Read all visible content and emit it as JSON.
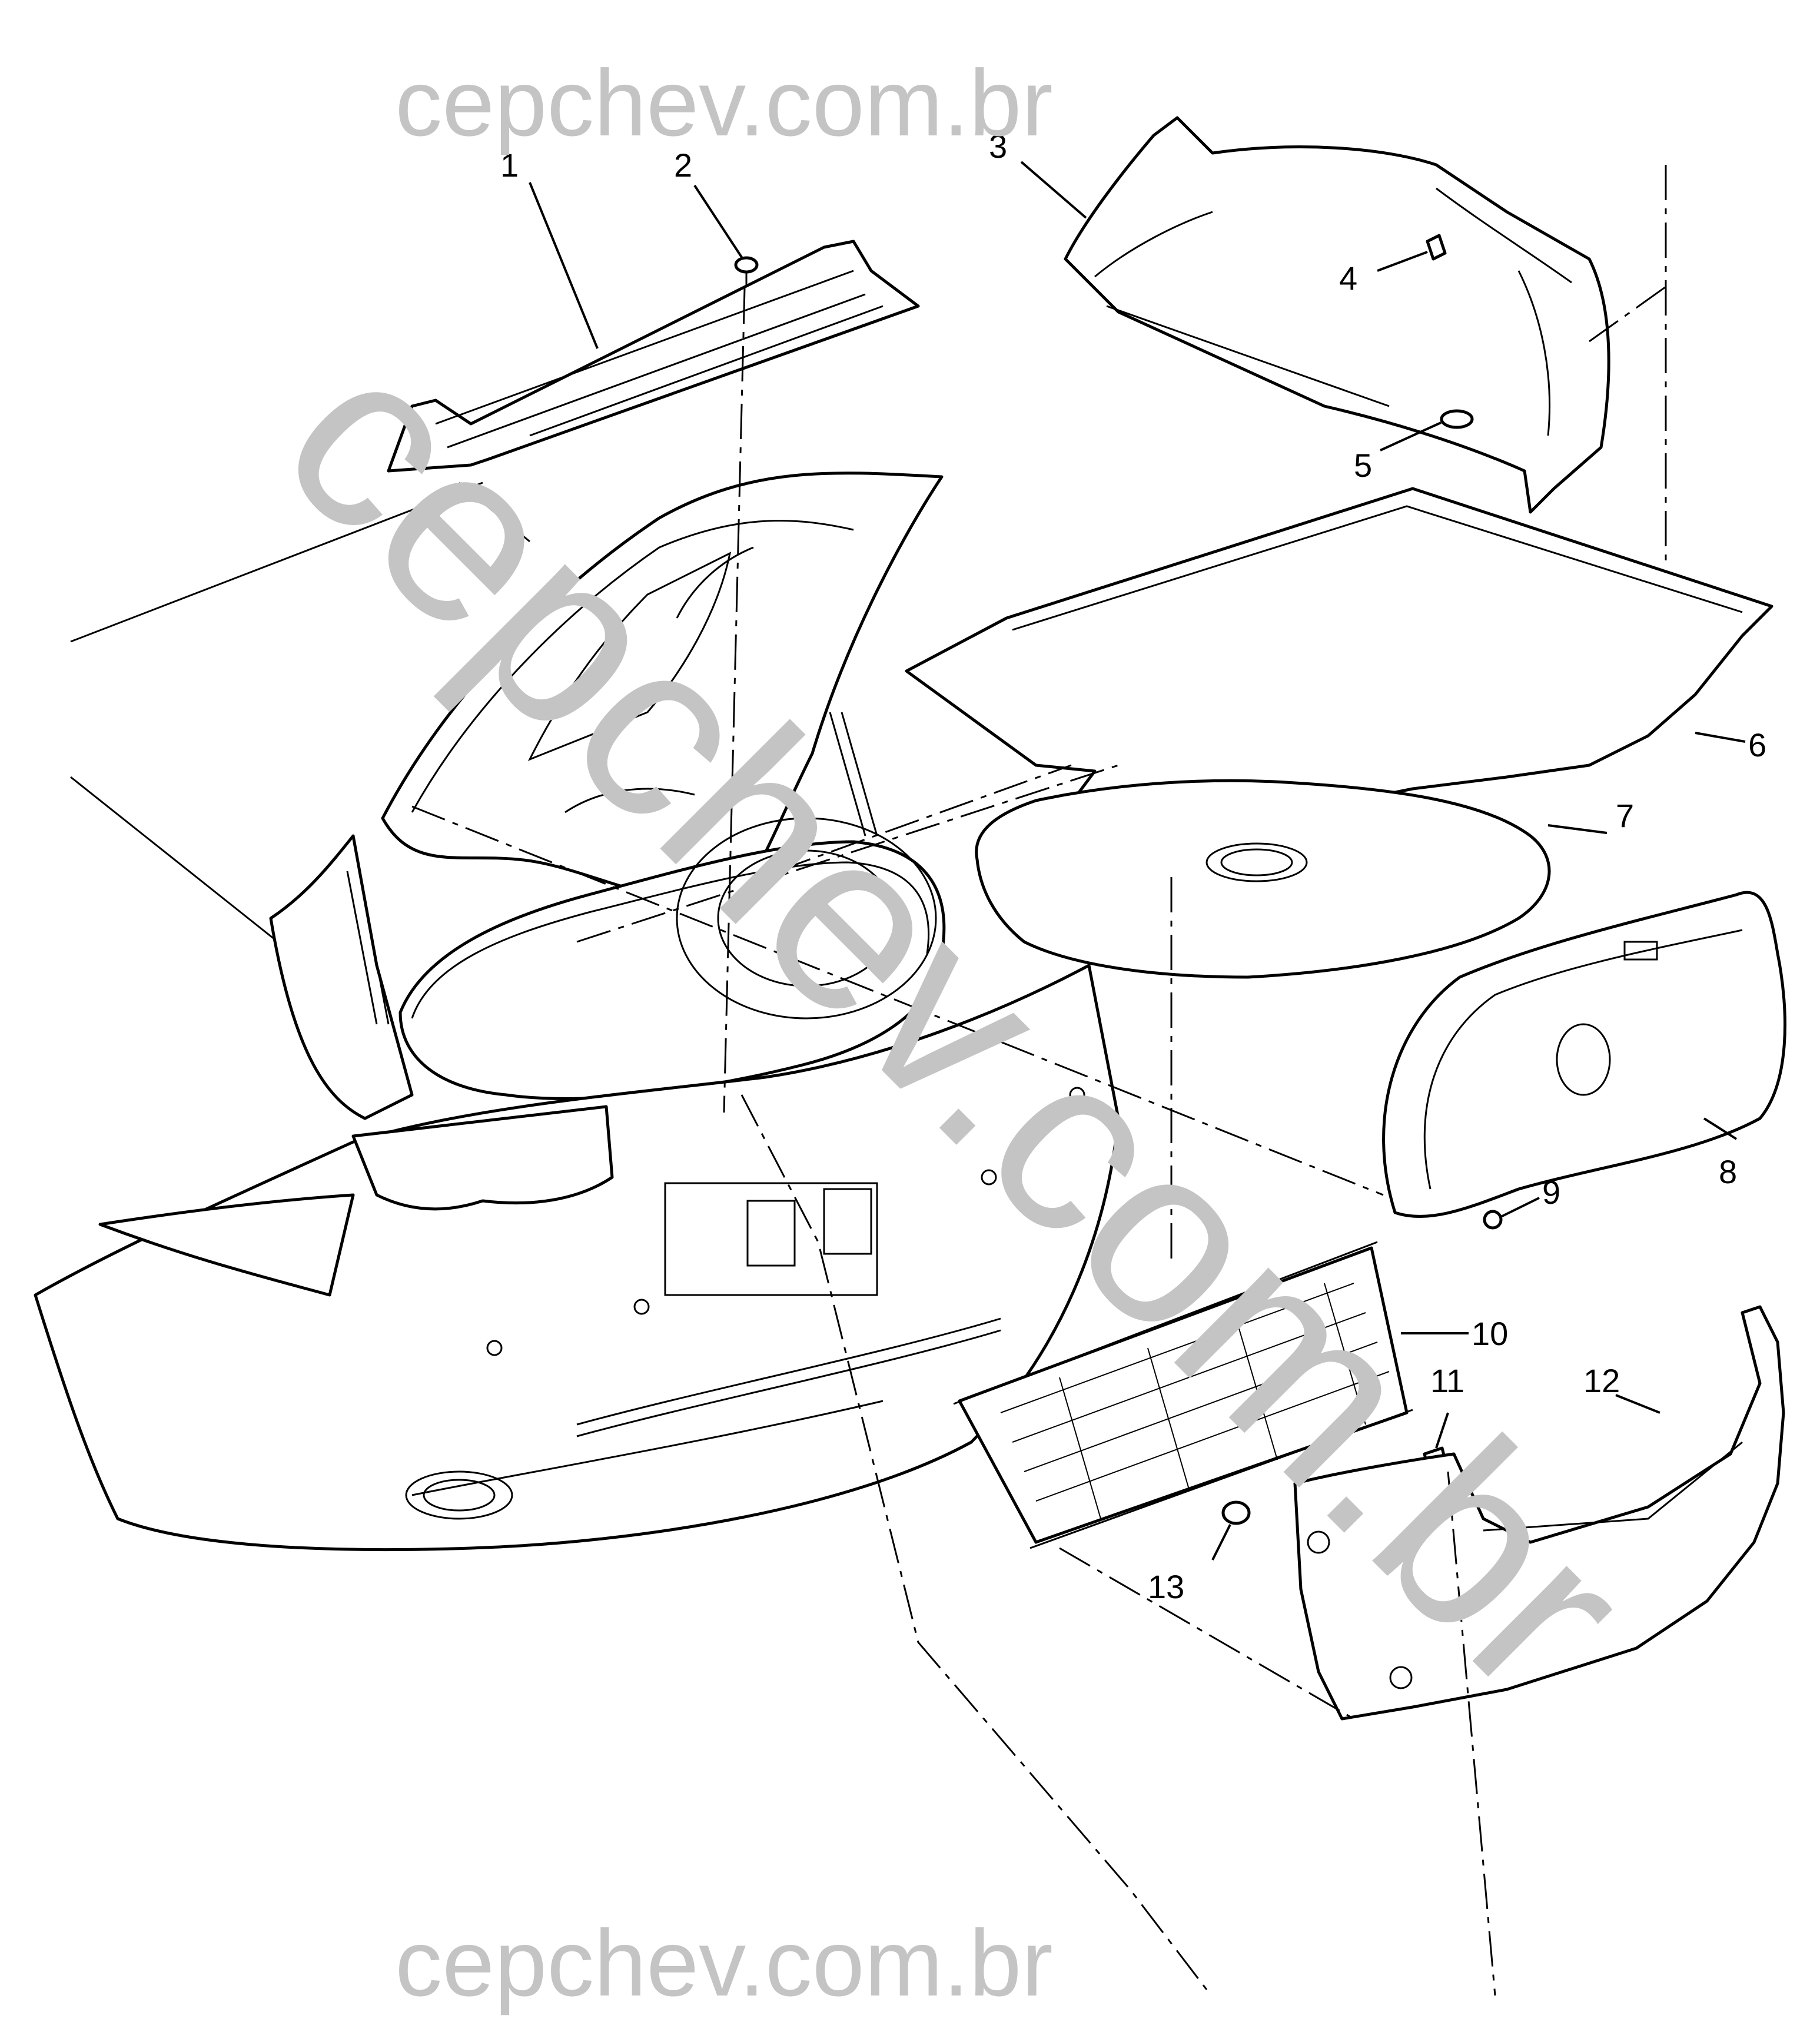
{
  "watermark": {
    "top": "cepchev.com.br",
    "bottom": "cepchev.com.br",
    "diagonal": "cepchev.com.br",
    "color": "#c4c4c4"
  },
  "callouts": [
    {
      "id": "1",
      "text": "1"
    },
    {
      "id": "2",
      "text": "2"
    },
    {
      "id": "3",
      "text": "3"
    },
    {
      "id": "4",
      "text": "4"
    },
    {
      "id": "5",
      "text": "5"
    },
    {
      "id": "6",
      "text": "6"
    },
    {
      "id": "7",
      "text": "7"
    },
    {
      "id": "8",
      "text": "8"
    },
    {
      "id": "9",
      "text": "9"
    },
    {
      "id": "10",
      "text": "10"
    },
    {
      "id": "11",
      "text": "11"
    },
    {
      "id": "12",
      "text": "12"
    },
    {
      "id": "13",
      "text": "13"
    }
  ],
  "icons": [
    "car-rear-illustration",
    "trunk-lid-illustration",
    "cargo-net-illustration",
    "trim-panel-illustration",
    "push-pin-fastener-icon"
  ]
}
